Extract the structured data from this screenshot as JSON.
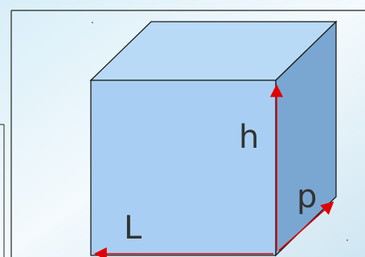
{
  "diagram": {
    "labels": {
      "height": "h",
      "length": "L",
      "depth": "p"
    },
    "colors": {
      "background_light": "#eef6fb",
      "background_dark": "#cfe6f2",
      "face_front": "#a8cff3",
      "face_top": "#b9daf6",
      "face_side": "#7aa7d1",
      "edge": "#1a1a1a",
      "arrow": "#e00000"
    }
  }
}
